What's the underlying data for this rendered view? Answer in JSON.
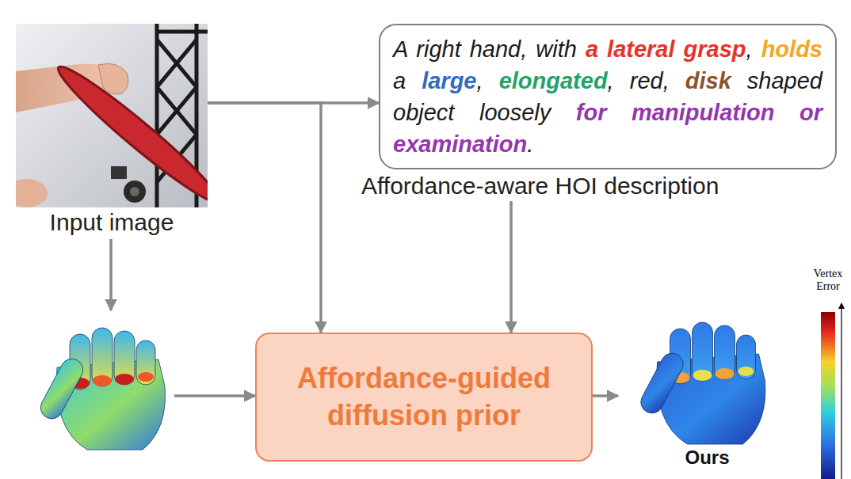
{
  "diagram": {
    "nodes": [
      {
        "text": [
          "Input image"
        ]
      },
      {
        "text": [
          "A right hand, with a lateral grasp, holds a large, elongated, red, disk shaped object loosely for manipulation or examination.",
          "Affordance-aware HOI description"
        ]
      },
      {
        "text": []
      },
      {
        "text": [
          "Affordance-guided diffusion prior"
        ]
      },
      {
        "text": [
          "Ours"
        ]
      }
    ],
    "edges": [
      {
        "from": 0,
        "to": 1,
        "arrow": "to"
      },
      {
        "from": 0,
        "to": 3,
        "arrow": "to"
      },
      {
        "from": 0,
        "to": 2,
        "arrow": "to"
      },
      {
        "from": 2,
        "to": 3,
        "arrow": "to"
      },
      {
        "from": 1,
        "to": 3,
        "arrow": "to"
      },
      {
        "from": 3,
        "to": 4,
        "arrow": "to"
      }
    ],
    "labels": [
      "Vertex Error"
    ]
  }
}
